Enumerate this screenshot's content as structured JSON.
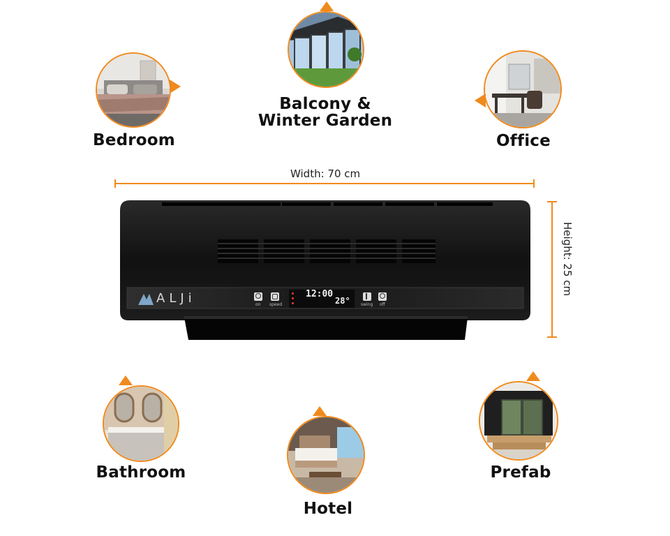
{
  "rooms": {
    "bedroom": {
      "label": "Bedroom"
    },
    "balcony": {
      "label_line1": "Balcony &",
      "label_line2": "Winter Garden"
    },
    "office": {
      "label": "Office"
    },
    "bathroom": {
      "label": "Bathroom"
    },
    "hotel": {
      "label": "Hotel"
    },
    "prefab": {
      "label": "Prefab"
    }
  },
  "dimensions": {
    "width": "Width: 70 cm",
    "height": "Height: 25 cm"
  },
  "heater": {
    "brand": "ALJi",
    "clock": "12:00",
    "temperature": "28°",
    "buttons": {
      "on": "on",
      "speed": "speed",
      "swing": "swing",
      "off": "off"
    }
  },
  "colors": {
    "accent": "#f08a1c",
    "heater_body": "#141414",
    "display": "#ff3a2a"
  }
}
